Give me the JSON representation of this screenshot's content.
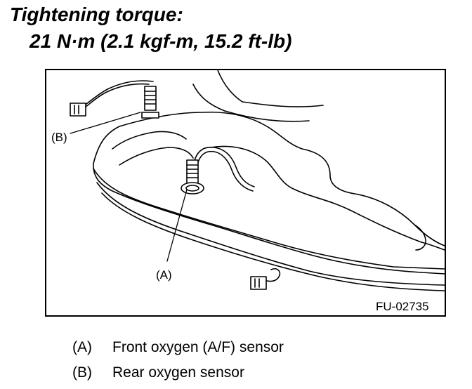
{
  "heading": "Tightening torque:",
  "torque": "21 N·m (2.1 kgf-m, 15.2 ft-lb)",
  "figure": {
    "code": "FU-02735",
    "callouts": {
      "a": "(A)",
      "b": "(B)"
    }
  },
  "legend": [
    {
      "key": "(A)",
      "text": "Front oxygen (A/F) sensor"
    },
    {
      "key": "(B)",
      "text": "Rear oxygen sensor"
    }
  ]
}
